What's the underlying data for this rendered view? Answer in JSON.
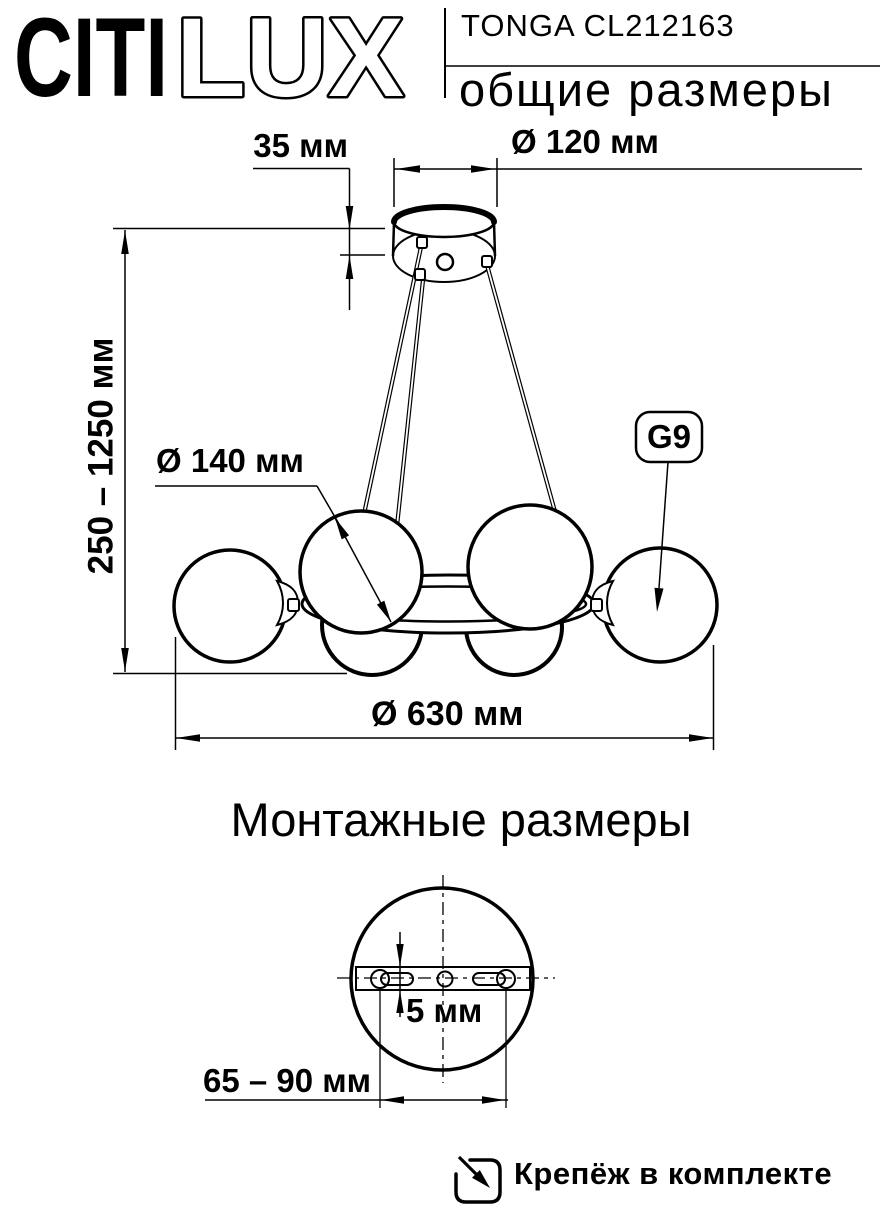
{
  "header": {
    "logo": {
      "citi": "CITI",
      "lux": "LUX"
    },
    "model": "TONGA CL212163",
    "subtitle": "общие размеры"
  },
  "general_dimensions": {
    "canopy_height": "35 мм",
    "canopy_diameter": "Ø 120 мм",
    "suspension_height": "250 – 1250 мм",
    "shade_diameter": "Ø 140 мм",
    "lamp_socket": "G9",
    "fixture_diameter": "Ø 630 мм"
  },
  "mounting": {
    "title": "Монтажные размеры",
    "slot_width": "5 мм",
    "mounting_span": "65 – 90 мм"
  },
  "footer": {
    "note": "Крепёж в комплекте"
  },
  "colors": {
    "ink": "#000000",
    "paper": "#ffffff"
  }
}
